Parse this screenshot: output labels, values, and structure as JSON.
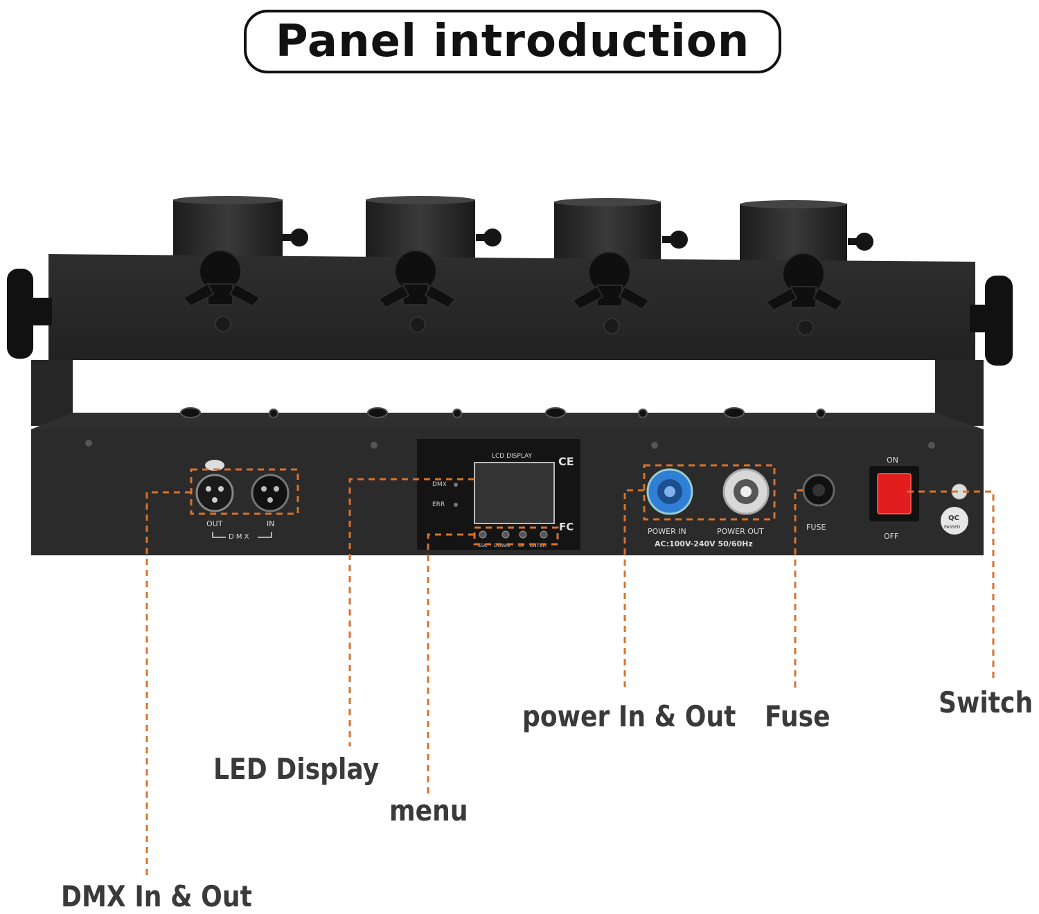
{
  "title": "Panel introduction",
  "panel": {
    "dmx_out": "OUT",
    "dmx_in": "IN",
    "dmx_label": "D M X",
    "lcd_title": "LCD DISPLAY",
    "led_dmx": "DMX",
    "led_err": "ERR",
    "btn_esc": "ESC",
    "btn_down": "DOWN",
    "btn_up": "UP",
    "btn_enter": "ENTER",
    "ce_mark": "CE",
    "fc_mark": "FC",
    "power_in": "POWER IN",
    "power_out": "POWER OUT",
    "voltage": "AC:100V-240V 50/60Hz",
    "fuse": "FUSE",
    "switch_on": "ON",
    "switch_off": "OFF",
    "qc": "QC",
    "qc_sub": "PASSED"
  },
  "callouts": {
    "dmx": "DMX In & Out",
    "led": "LED Display",
    "menu": "menu",
    "power": "power In & Out",
    "fuse": "Fuse",
    "switch": "Switch"
  },
  "colors": {
    "leader_line": "#d9722c",
    "body": "#2a2a2a",
    "power_in": "#2f7fd6",
    "power_switch": "#e11d1d"
  }
}
